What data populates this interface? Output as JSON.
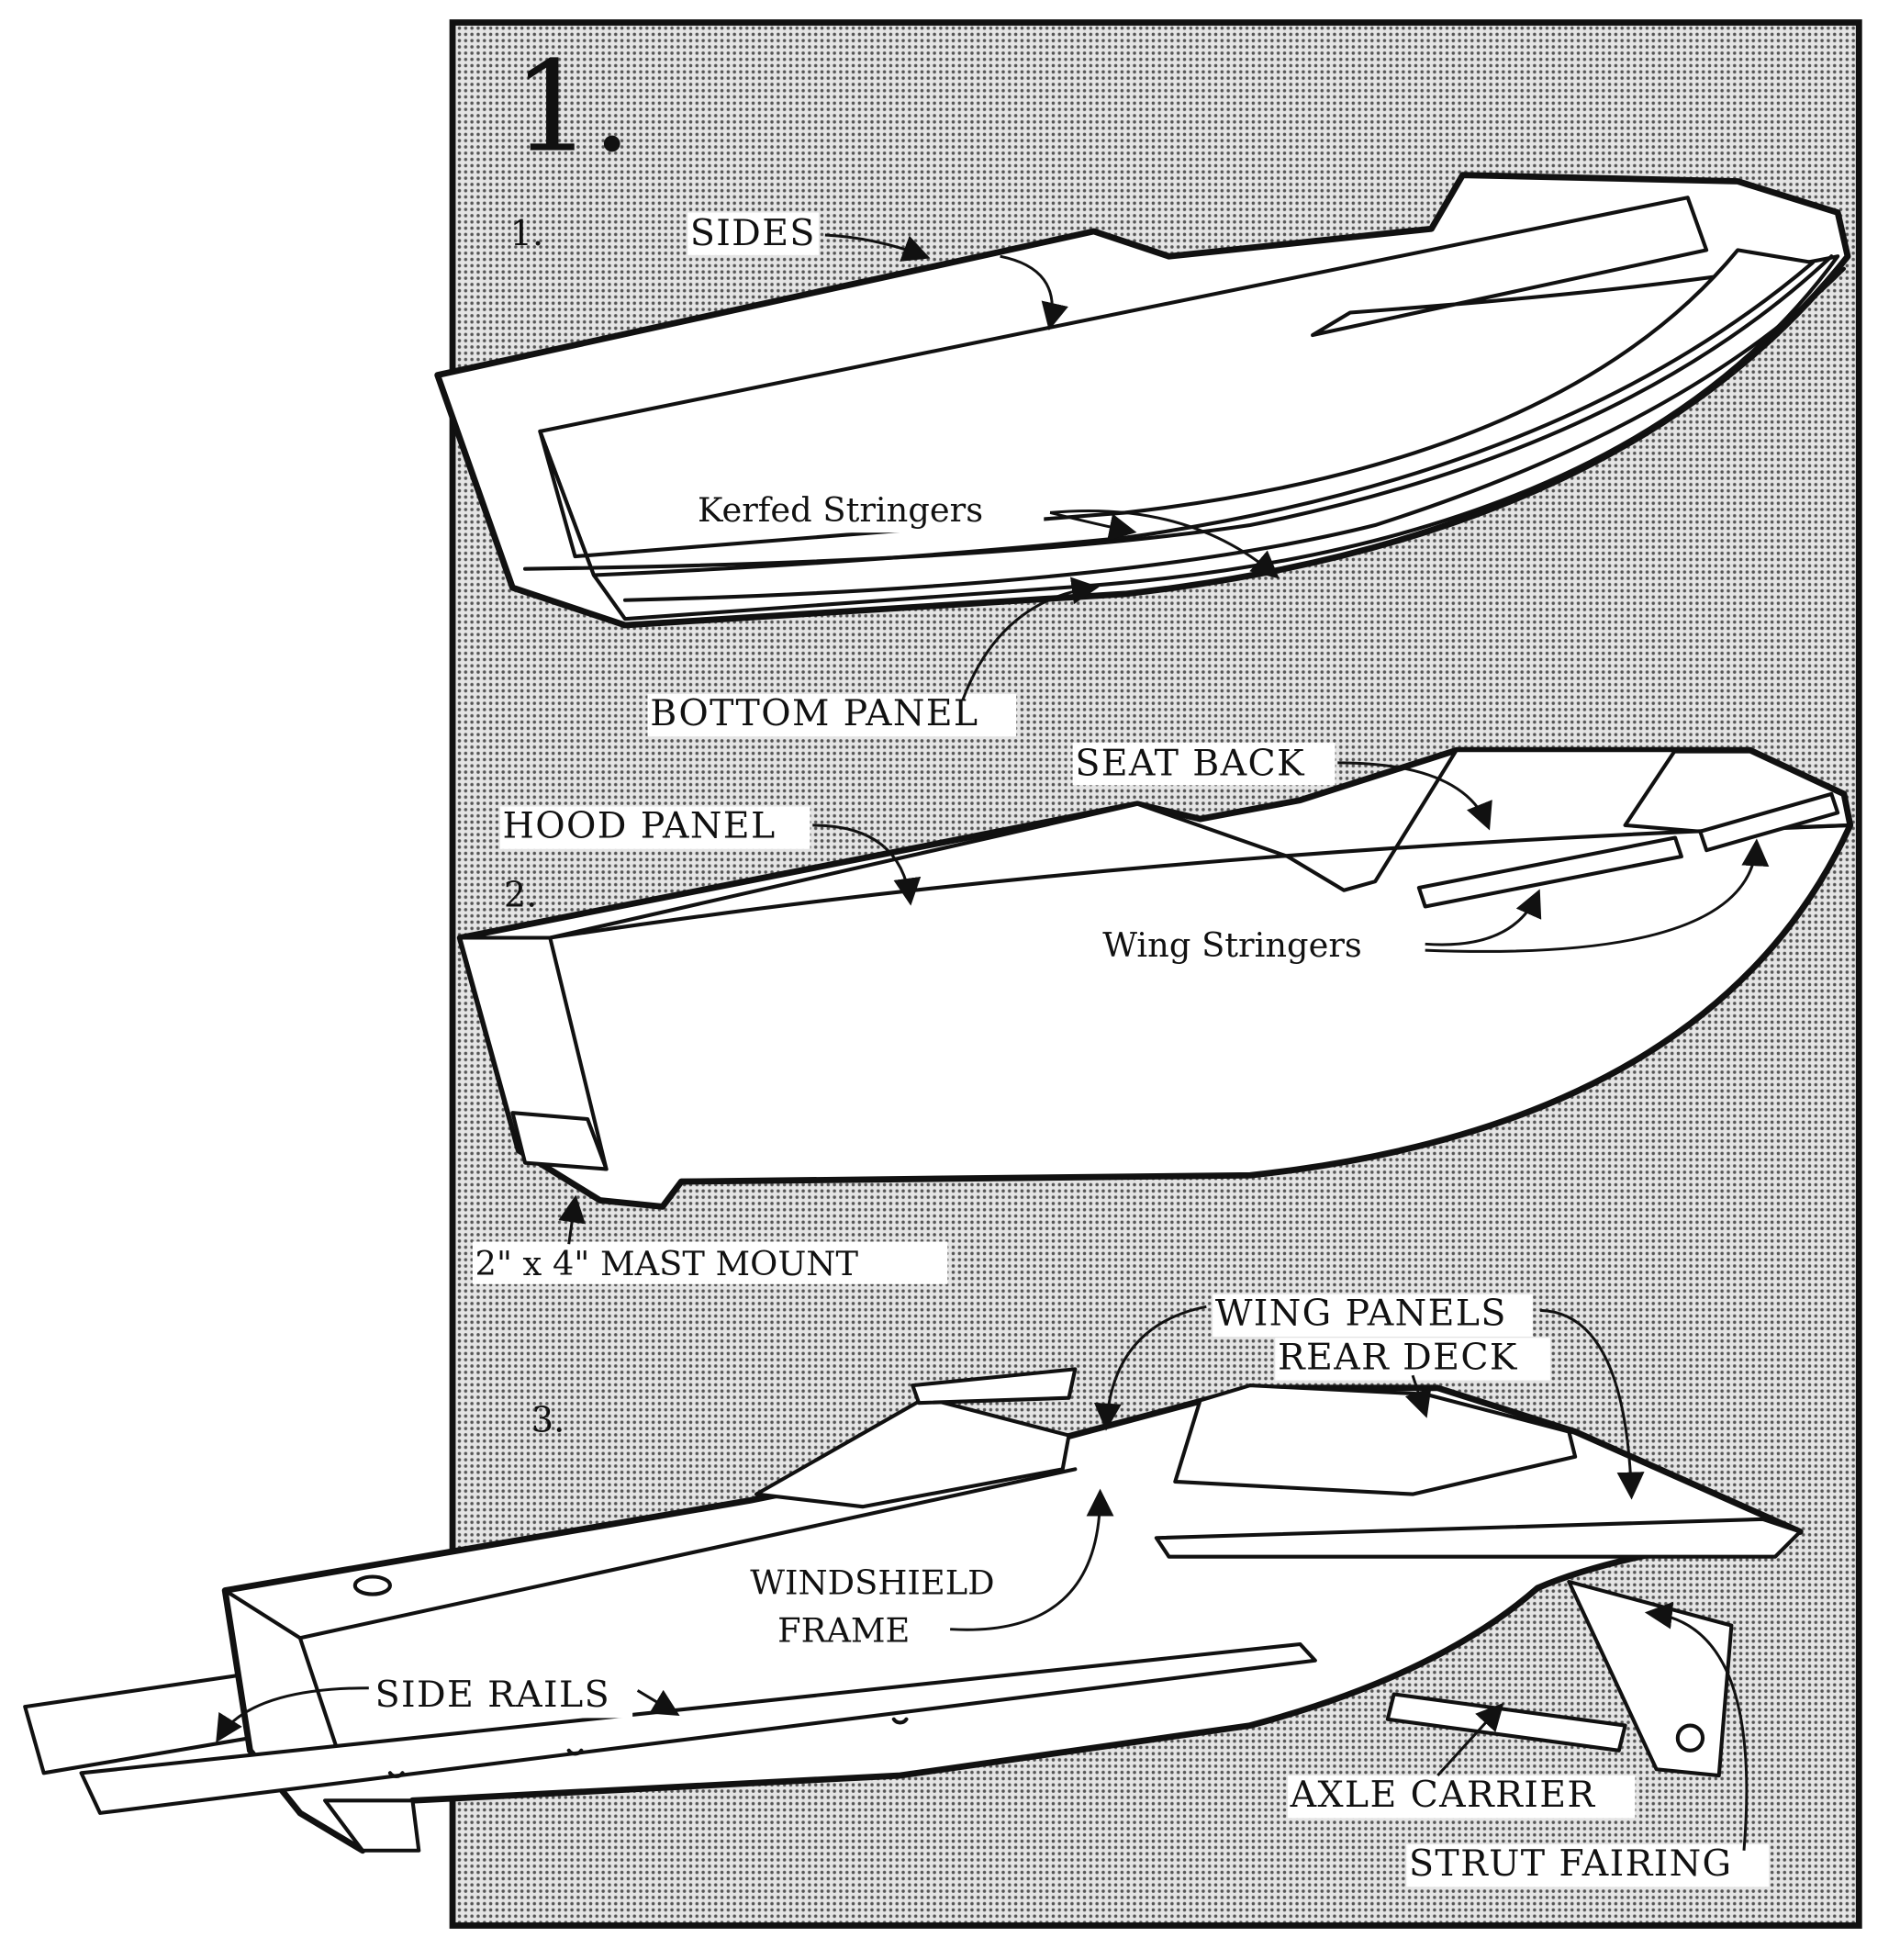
{
  "figure_number": "1.",
  "steps": [
    {
      "number": "1.",
      "labels": [
        "SIDES",
        "Kerfed Stringers",
        "BOTTOM PANEL"
      ]
    },
    {
      "number": "2.",
      "labels": [
        "SEAT BACK",
        "HOOD PANEL",
        "Wing Stringers",
        "2\" x 4\" MAST MOUNT"
      ]
    },
    {
      "number": "3.",
      "labels": [
        "WING PANELS",
        "REAR DECK",
        "WINDSHIELD",
        "FRAME",
        "SIDE RAILS",
        "AXLE CARRIER",
        "STRUT FAIRING"
      ]
    }
  ],
  "colors": {
    "panel": "#c8c8c8",
    "ink": "#111111"
  }
}
